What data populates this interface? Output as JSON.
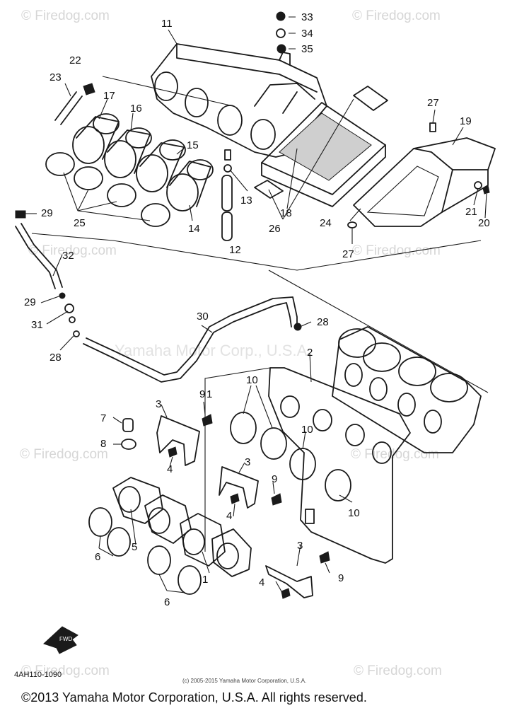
{
  "watermarks": {
    "site": "© Firedog.com",
    "center": "Yamaha Motor Corp., U.S.A."
  },
  "callouts": [
    "1",
    "2",
    "3",
    "4",
    "5",
    "6",
    "7",
    "8",
    "9",
    "10",
    "11",
    "12",
    "13",
    "14",
    "15",
    "16",
    "17",
    "18",
    "19",
    "20",
    "21",
    "22",
    "23",
    "24",
    "25",
    "26",
    "27",
    "28",
    "29",
    "30",
    "31",
    "32",
    "33",
    "34",
    "35"
  ],
  "part_code": "4AH110-1090",
  "small_copyright": "(c) 2005-2015 Yamaha Motor Corporation, U.S.A.",
  "footer": "©2013 Yamaha Motor Corporation, U.S.A. All rights reserved.",
  "front_arrow_label": "FWD",
  "colors": {
    "line": "#1a1a1a",
    "watermark": "#d6d6d6",
    "background": "#ffffff"
  }
}
